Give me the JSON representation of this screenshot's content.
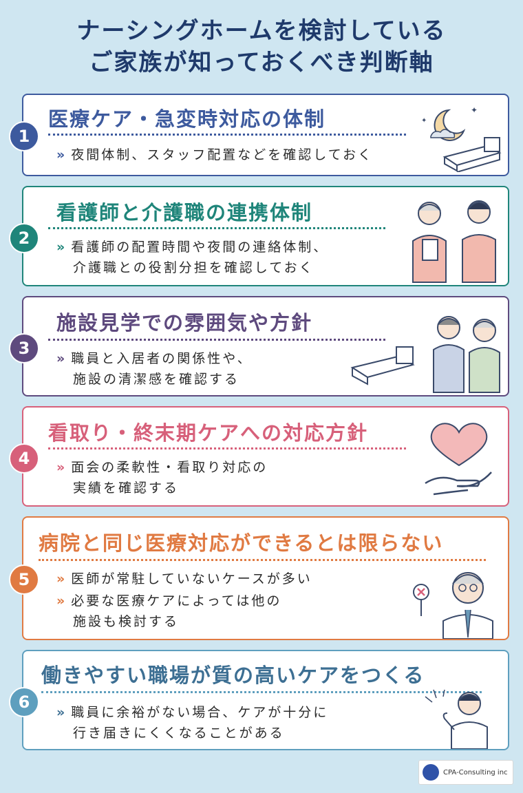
{
  "title": {
    "line1": "ナーシングホームを検討している",
    "line2": "ご家族が知っておくべき判断軸"
  },
  "cards": [
    {
      "number": "1",
      "heading": "医療ケア・急変時対応の体制",
      "lines": [
        "夜間体制、スタッフ配置などを確認しておく"
      ],
      "color": "#3d5a9e",
      "illustration": "moon-bed-icon"
    },
    {
      "number": "2",
      "heading": "看護師と介護職の連携体制",
      "lines": [
        "看護師の配置時間や夜間の連絡体制、",
        "介護職との役割分担を確認しておく"
      ],
      "color": "#1f857a",
      "illustration": "nurse-caregiver-icon"
    },
    {
      "number": "3",
      "heading": "施設見学での雰囲気や方針",
      "lines": [
        "職員と入居者の関係性や、",
        "施設の清潔感を確認する"
      ],
      "color": "#5e4a7e",
      "illustration": "bed-family-icon"
    },
    {
      "number": "4",
      "heading": "看取り・終末期ケアへの対応方針",
      "lines": [
        "面会の柔軟性・看取り対応の",
        "実績を確認する"
      ],
      "color": "#d7607a",
      "illustration": "heart-hand-icon"
    },
    {
      "number": "5",
      "heading": "病院と同じ医療対応ができるとは限らない",
      "lines": [
        "医師が常駐していないケースが多い"
      ],
      "lines2": [
        "必要な医療ケアによっては他の",
        "施設も検討する"
      ],
      "color": "#e07a42",
      "illustration": "doctor-icon"
    },
    {
      "number": "6",
      "heading": "働きやすい職場が質の高いケアをつくる",
      "lines": [
        "職員に余裕がない場合、ケアが十分に",
        "行き届きにくくなることがある"
      ],
      "color": "#5e9fbe",
      "illustration": "staff-icon"
    }
  ],
  "logo": {
    "text": "CPA-Consulting inc"
  },
  "colors": {
    "background": "#cfe6f1",
    "title": "#1f3a6b"
  }
}
